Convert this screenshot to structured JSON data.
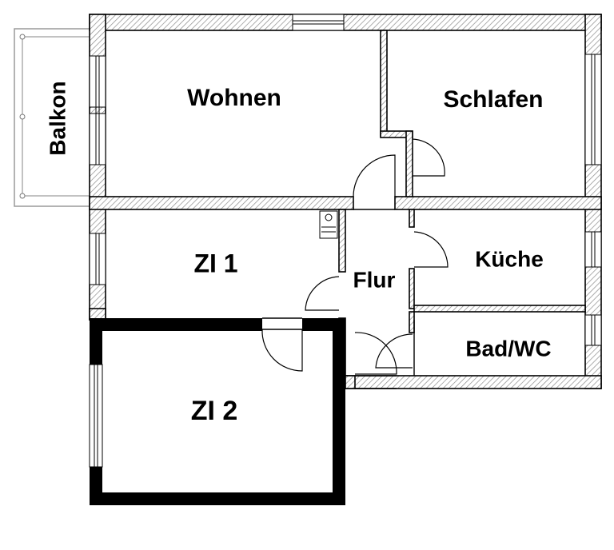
{
  "rooms": {
    "wohnen": "Wohnen",
    "schlafen": "Schlafen",
    "zi1": "ZI 1",
    "flur": "Flur",
    "kueche": "Küche",
    "badwc": "Bad/WC",
    "zi2": "ZI 2",
    "balkon": "Balkon"
  },
  "colors": {
    "wall_line": "#000000",
    "hatch": "#9a9a9a",
    "background": "#ffffff"
  }
}
